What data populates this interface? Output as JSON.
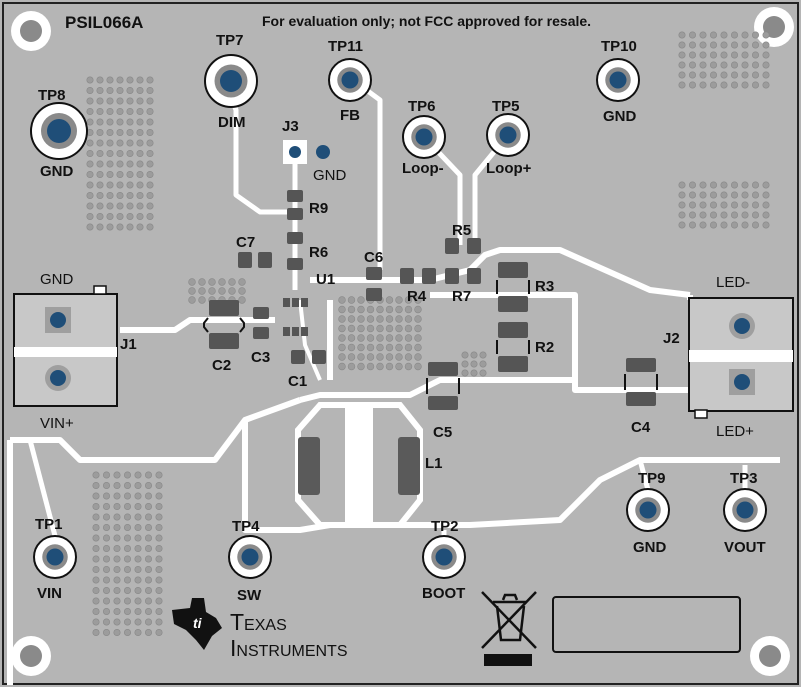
{
  "board": {
    "part_number": "PSIL066A",
    "notice": "For evaluation only; not FCC approved for resale.",
    "logo_line1": "Texas",
    "logo_line2": "Instruments"
  },
  "test_points": {
    "tp1": {
      "ref": "TP1",
      "name": "VIN"
    },
    "tp2": {
      "ref": "TP2",
      "name": "BOOT"
    },
    "tp3": {
      "ref": "TP3",
      "name": "VOUT"
    },
    "tp4": {
      "ref": "TP4",
      "name": "SW"
    },
    "tp5": {
      "ref": "TP5",
      "name": "Loop+"
    },
    "tp6": {
      "ref": "TP6",
      "name": "Loop-"
    },
    "tp7": {
      "ref": "TP7",
      "name": "DIM"
    },
    "tp8": {
      "ref": "TP8",
      "name": "GND"
    },
    "tp9": {
      "ref": "TP9",
      "name": "GND"
    },
    "tp10": {
      "ref": "TP10",
      "name": "GND"
    },
    "tp11": {
      "ref": "TP11",
      "name": "FB"
    }
  },
  "connectors": {
    "j1": {
      "ref": "J1",
      "top": "GND",
      "bottom": "VIN+"
    },
    "j2": {
      "ref": "J2",
      "top": "LED-",
      "bottom": "LED+"
    },
    "j3": {
      "ref": "J3",
      "gnd": "GND"
    }
  },
  "components": {
    "c1": "C1",
    "c2": "C2",
    "c3": "C3",
    "c4": "C4",
    "c5": "C5",
    "c6": "C6",
    "c7": "C7",
    "r2": "R2",
    "r3": "R3",
    "r4": "R4",
    "r5": "R5",
    "r6": "R6",
    "r7": "R7",
    "r9": "R9",
    "u1": "U1",
    "l1": "L1"
  },
  "colors": {
    "board": "#b3b3b3",
    "trace": "#ffffff",
    "pad": "#1f4e78",
    "component": "#555555",
    "silkscreen": "#111111"
  }
}
